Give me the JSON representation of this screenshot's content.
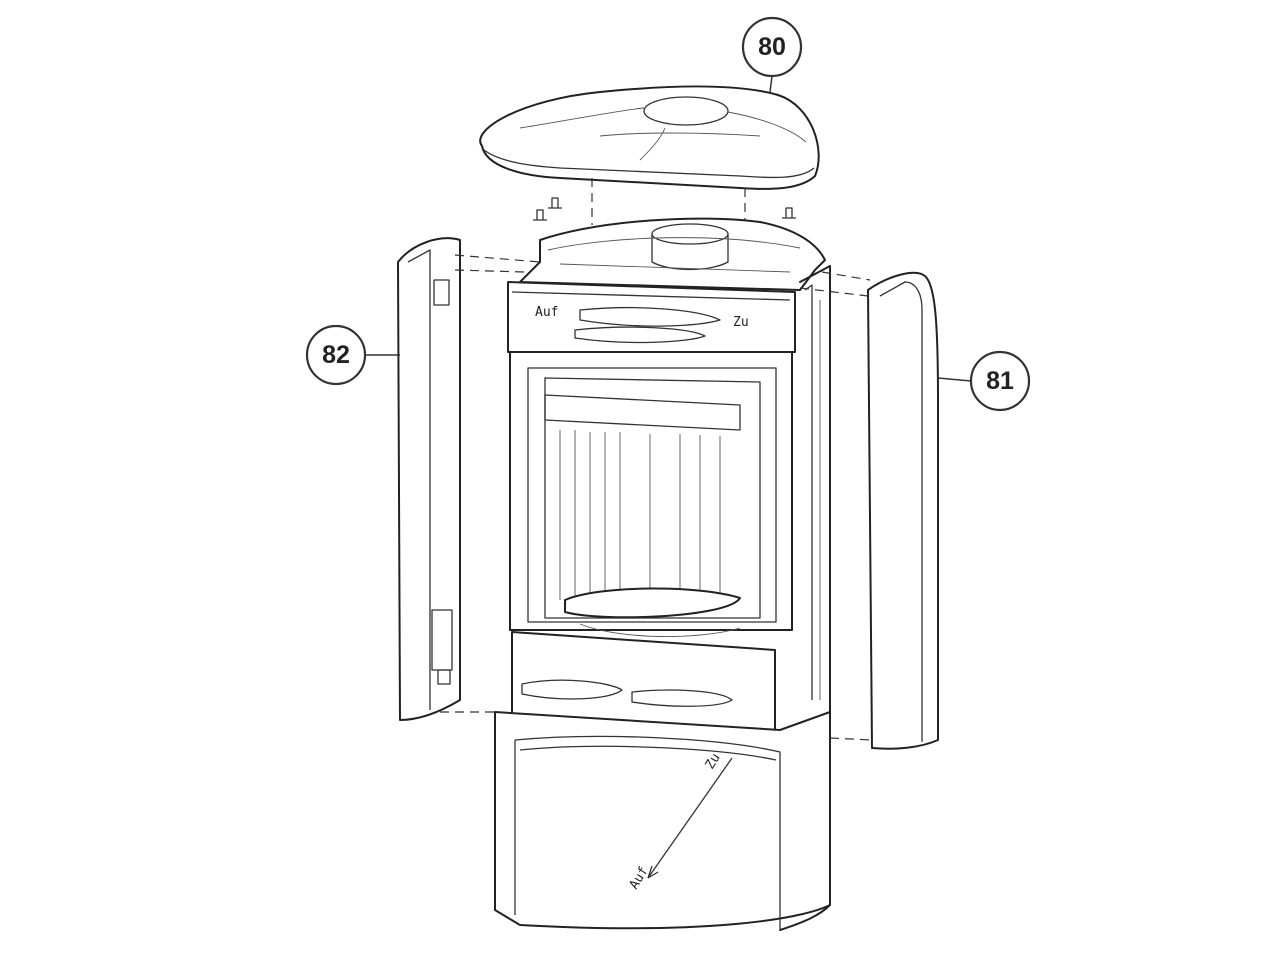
{
  "callouts": {
    "top_cover": "80",
    "right_side_panel": "81",
    "left_side_panel": "82"
  },
  "markings": {
    "control_open": "Auf",
    "control_closed": "Zu",
    "ash_open": "Auf",
    "ash_closed": "Zu"
  }
}
